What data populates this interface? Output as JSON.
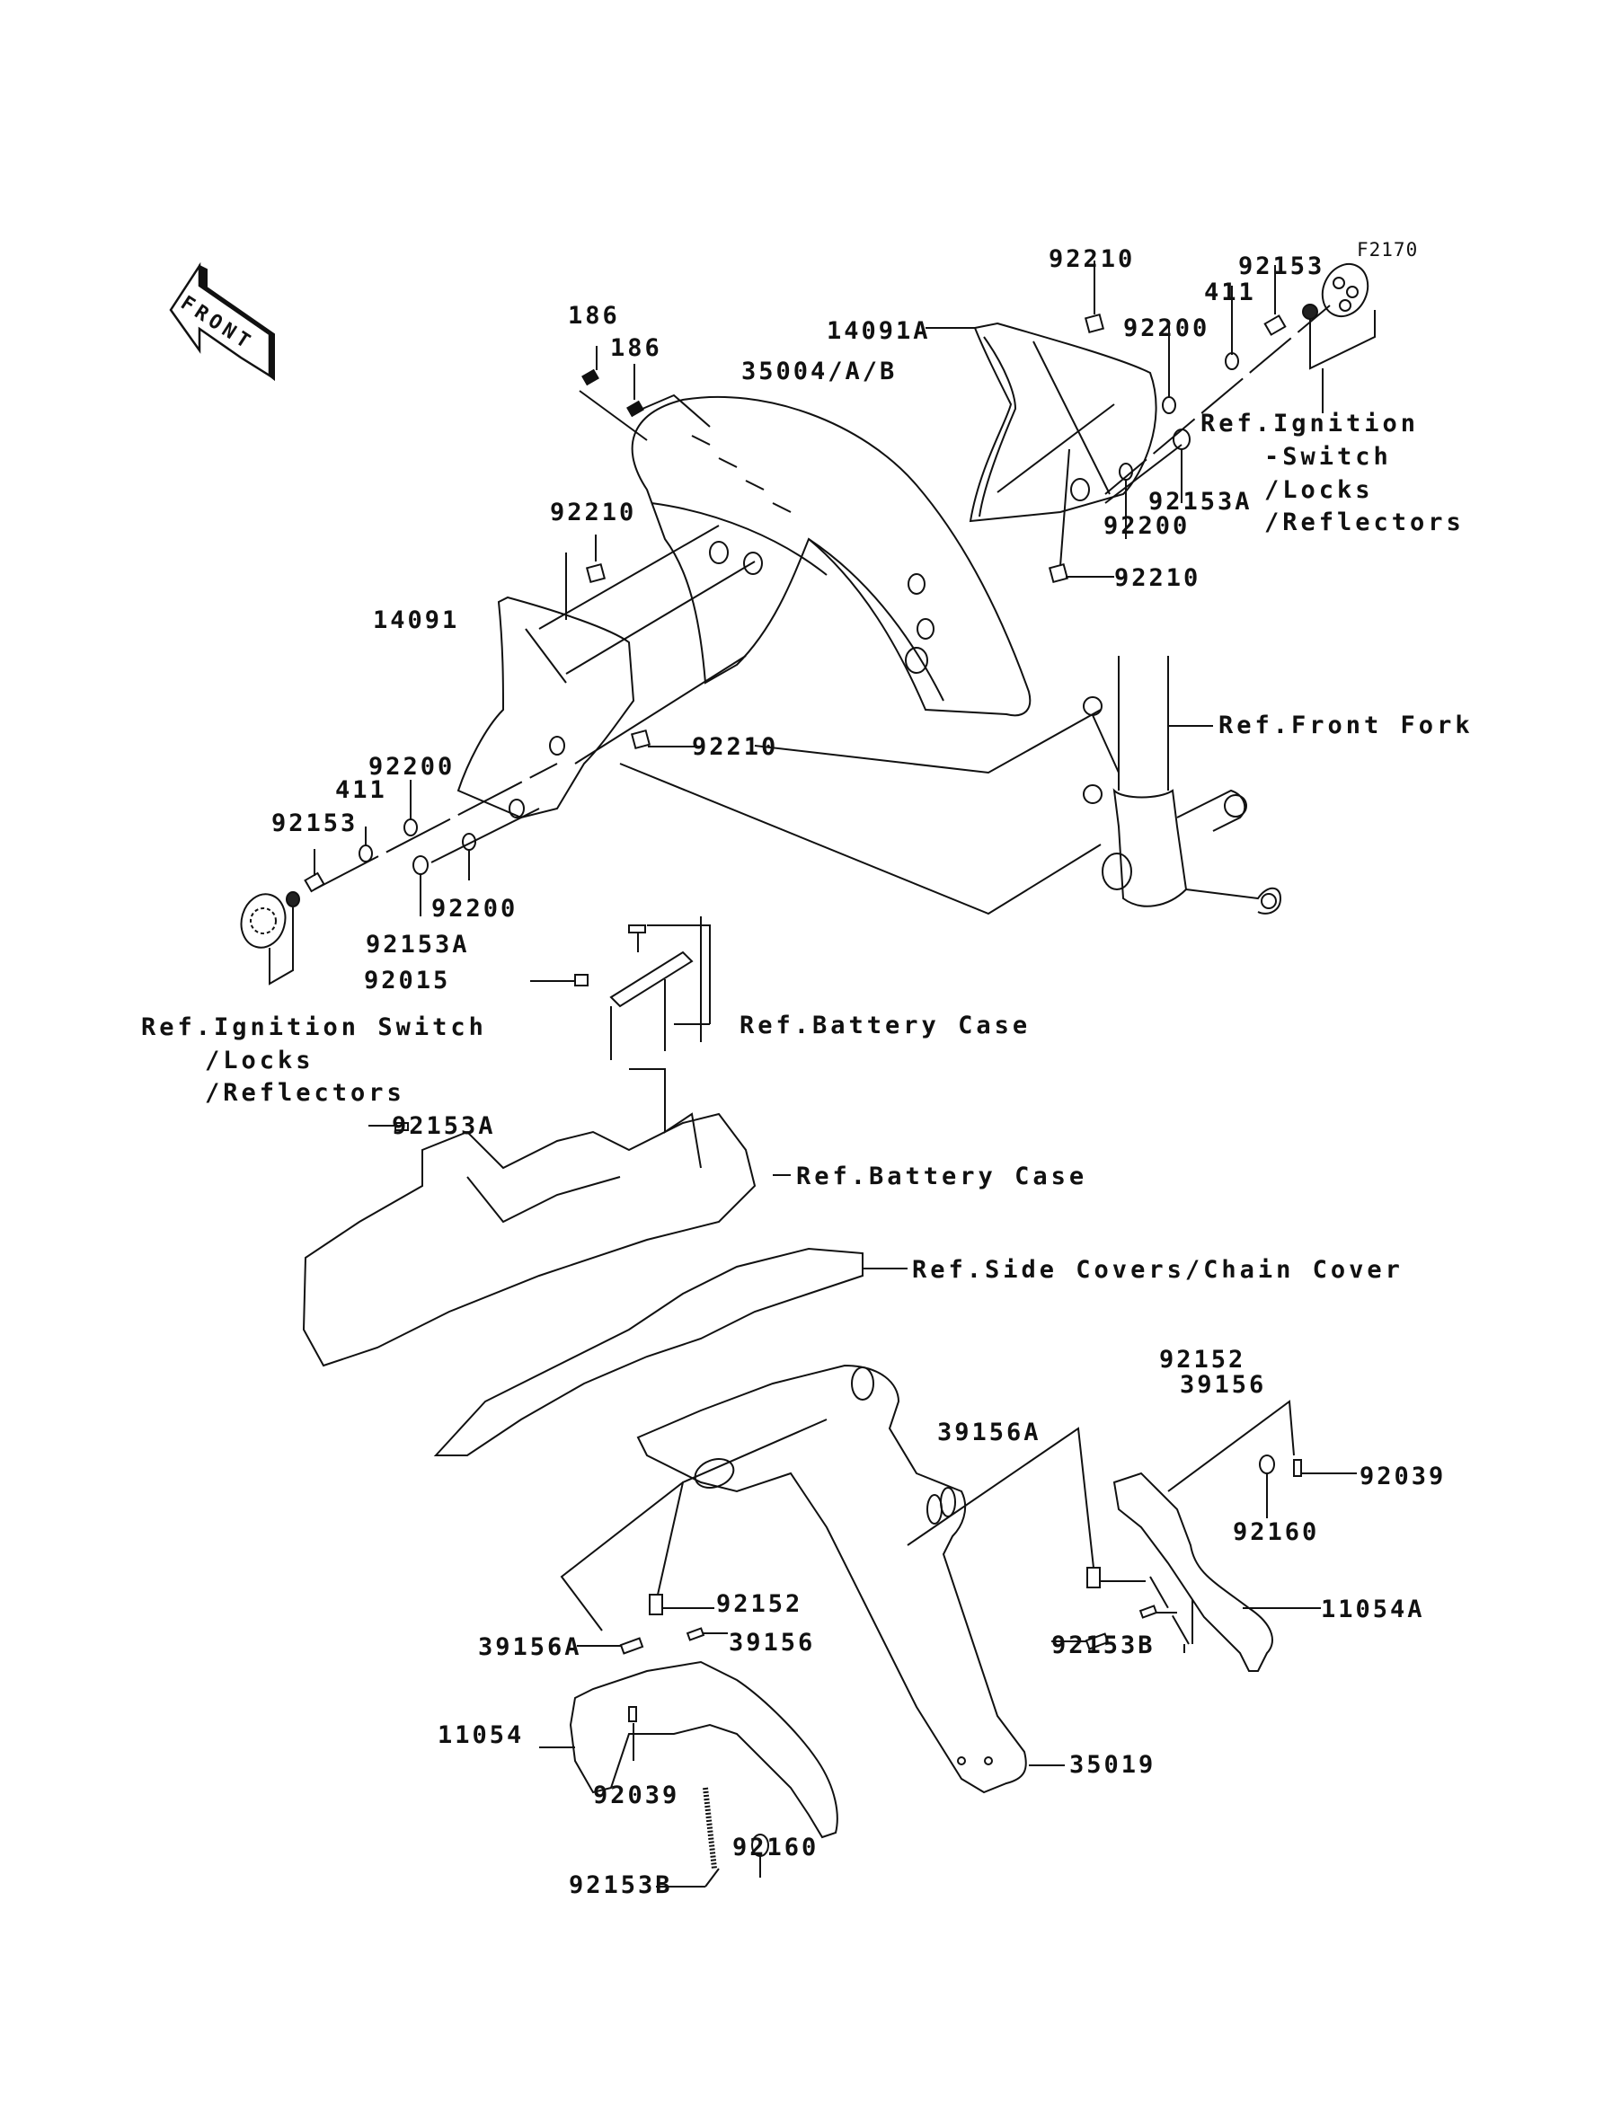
{
  "figure_id": "F2170",
  "direction_indicator": "FRONT",
  "labels": {
    "p186a": "186",
    "p186b": "186",
    "p35004": "35004/A/B",
    "p14091A": "14091A",
    "p92210_top": "92210",
    "p92200_top": "92200",
    "p411_right": "411",
    "p92153_right": "92153",
    "p92153A_right": "92153A",
    "p92200_right": "92200",
    "p92210_right": "92210",
    "p92210_left": "92210",
    "p14091": "14091",
    "p92210_mid": "92210",
    "p92200_left_top": "92200",
    "p411_left": "411",
    "p92153_left": "92153",
    "p92153A_left": "92153A",
    "p92200_left_bot": "92200",
    "p92015": "92015",
    "p92153A_mid": "92153A",
    "p92152_right": "92152",
    "p39156_right": "39156",
    "p39156A_right": "39156A",
    "p92039_right": "92039",
    "p92160_right": "92160",
    "p11054A": "11054A",
    "p92153B_right": "92153B",
    "p92152_left": "92152",
    "p39156A_left": "39156A",
    "p39156_left": "39156",
    "p11054": "11054",
    "p92039_left": "92039",
    "p92160_left": "92160",
    "p92153B_left": "92153B",
    "p35019": "35019"
  },
  "references": {
    "ignition_right_1": "Ref.Ignition",
    "ignition_right_2": "-Switch",
    "ignition_right_3": "/Locks",
    "ignition_right_4": "/Reflectors",
    "front_fork": "Ref.Front Fork",
    "ignition_left_1": "Ref.Ignition Switch",
    "ignition_left_2": "/Locks",
    "ignition_left_3": "/Reflectors",
    "battery_case_1": "Ref.Battery Case",
    "battery_case_2": "Ref.Battery Case",
    "side_covers": "Ref.Side Covers/Chain Cover"
  }
}
